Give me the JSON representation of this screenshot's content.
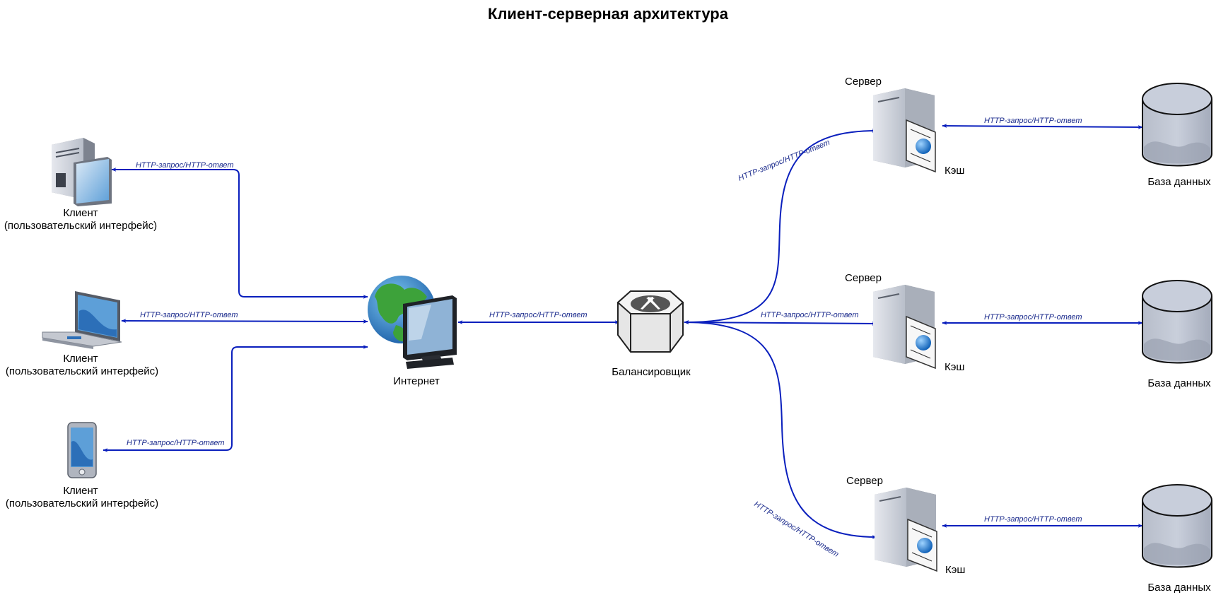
{
  "title": "Клиент-серверная архитектура",
  "colors": {
    "edge": "#0a1fbd",
    "edge_label": "#1a2a8c",
    "device_gray": "#9aa0ab",
    "screen_blue": "#5d9fd8",
    "db_body": "#aab2c2",
    "db_top": "#c8cedb"
  },
  "clients": [
    {
      "icon": "desktop-pc-icon",
      "label_line1": "Клиент",
      "label_line2": "(пользовательский интерфейс)",
      "edge_label": "HTTP-запрос/HTTP-ответ"
    },
    {
      "icon": "laptop-icon",
      "label_line1": "Клиент",
      "label_line2": "(пользовательский интерфейс)",
      "edge_label": "HTTP-запрос/HTTP-ответ"
    },
    {
      "icon": "tablet-icon",
      "label_line1": "Клиент",
      "label_line2": "(пользовательский интерфейс)",
      "edge_label": "HTTP-запрос/HTTP-ответ"
    }
  ],
  "internet": {
    "icon": "globe-monitor-icon",
    "label": "Интернет",
    "edge_label": "HTTP-запрос/HTTP-ответ"
  },
  "balancer": {
    "icon": "load-balancer-icon",
    "label": "Балансировщик"
  },
  "servers": [
    {
      "label": "Сервер",
      "cache_label": "Кэш",
      "db_label": "База данных",
      "edge_label_in": "HTTP-запрос/HTTP-ответ",
      "edge_label_db": "HTTP-запрос/HTTP-ответ"
    },
    {
      "label": "Сервер",
      "cache_label": "Кэш",
      "db_label": "База данных",
      "edge_label_in": "HTTP-запрос/HTTP-ответ",
      "edge_label_db": "HTTP-запрос/HTTP-ответ"
    },
    {
      "label": "Сервер",
      "cache_label": "Кэш",
      "db_label": "База данных",
      "edge_label_in": "HTTP-запрос/HTTP-ответ",
      "edge_label_db": "HTTP-запрос/HTTP-ответ"
    }
  ]
}
